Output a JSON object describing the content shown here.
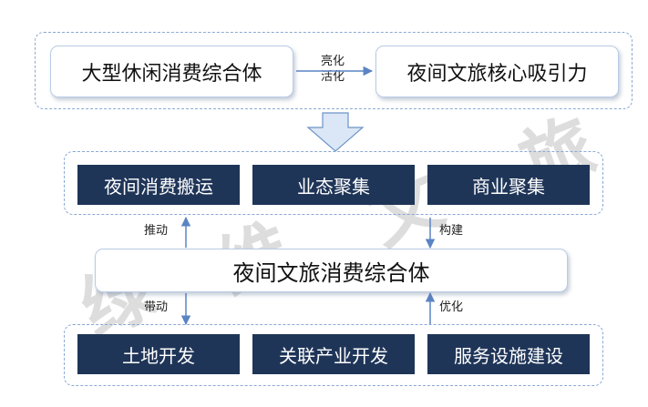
{
  "top": {
    "left_box": "大型休闲消费综合体",
    "right_box": "夜间文旅核心吸引力",
    "arrow_label_line1": "亮化",
    "arrow_label_line2": "活化"
  },
  "middle_row": [
    "夜间消费搬运",
    "业态聚集",
    "商业聚集"
  ],
  "center_box": "夜间文旅消费综合体",
  "bottom_row": [
    "土地开发",
    "关联产业开发",
    "服务设施建设"
  ],
  "arrow_labels": {
    "push": "推动",
    "build": "构建",
    "drive": "带动",
    "optimize": "优化"
  },
  "watermark": [
    "绿",
    "维",
    "文",
    "旅"
  ],
  "colors": {
    "navy": "#1f3558",
    "dashed_border": "#8aa9d4",
    "arrow": "#5a84c4"
  }
}
